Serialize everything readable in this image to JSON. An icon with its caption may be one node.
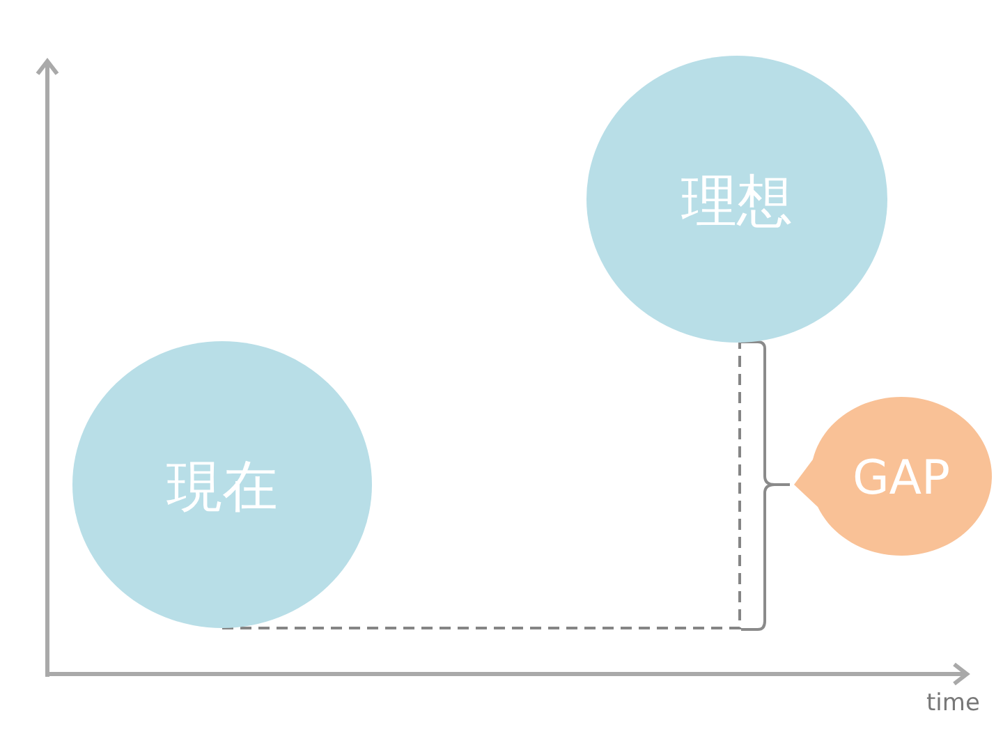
{
  "diagram": {
    "nodes": [
      {
        "text": [
          "現在"
        ]
      },
      {
        "text": [
          "理想"
        ]
      },
      {
        "text": [
          "GAP"
        ]
      }
    ],
    "edges": [
      {
        "from": 0,
        "to": 1,
        "arrow": "none",
        "style": "dashed"
      }
    ],
    "labels": [
      "time"
    ]
  }
}
